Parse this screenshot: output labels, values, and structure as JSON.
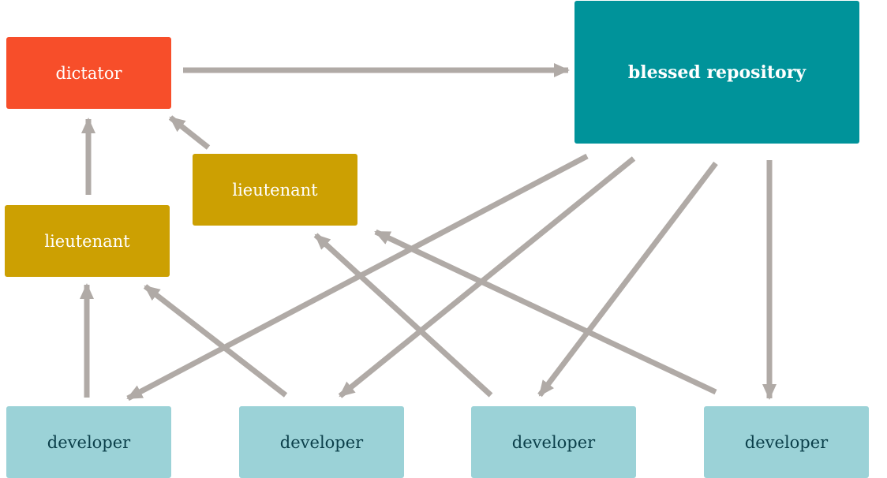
{
  "nodes": {
    "dictator": {
      "label": "dictator"
    },
    "blessed_repository": {
      "label": "blessed repository"
    },
    "lieutenant_a": {
      "label": "lieutenant"
    },
    "lieutenant_b": {
      "label": "lieutenant"
    },
    "developer_1": {
      "label": "developer"
    },
    "developer_2": {
      "label": "developer"
    },
    "developer_3": {
      "label": "developer"
    },
    "developer_4": {
      "label": "developer"
    }
  },
  "edges": [
    {
      "from": "dictator",
      "to": "blessed_repository"
    },
    {
      "from": "lieutenant_b",
      "to": "dictator"
    },
    {
      "from": "lieutenant_a",
      "to": "dictator"
    },
    {
      "from": "developer_1",
      "to": "lieutenant_b"
    },
    {
      "from": "developer_2",
      "to": "lieutenant_b"
    },
    {
      "from": "developer_3",
      "to": "lieutenant_a"
    },
    {
      "from": "developer_4",
      "to": "lieutenant_a"
    },
    {
      "from": "blessed_repository",
      "to": "developer_1"
    },
    {
      "from": "blessed_repository",
      "to": "developer_2"
    },
    {
      "from": "blessed_repository",
      "to": "developer_3"
    },
    {
      "from": "blessed_repository",
      "to": "developer_4"
    }
  ],
  "colors": {
    "dictator_fill": "#f74e2a",
    "dictator_text": "#ffffff",
    "blessed_fill": "#00939a",
    "blessed_text": "#ffffff",
    "lieutenant_fill": "#cca002",
    "lieutenant_text": "#ffffff",
    "developer_fill": "#9bd2d7",
    "developer_text": "#0b3f4a",
    "arrow": "#b0aaa6"
  }
}
